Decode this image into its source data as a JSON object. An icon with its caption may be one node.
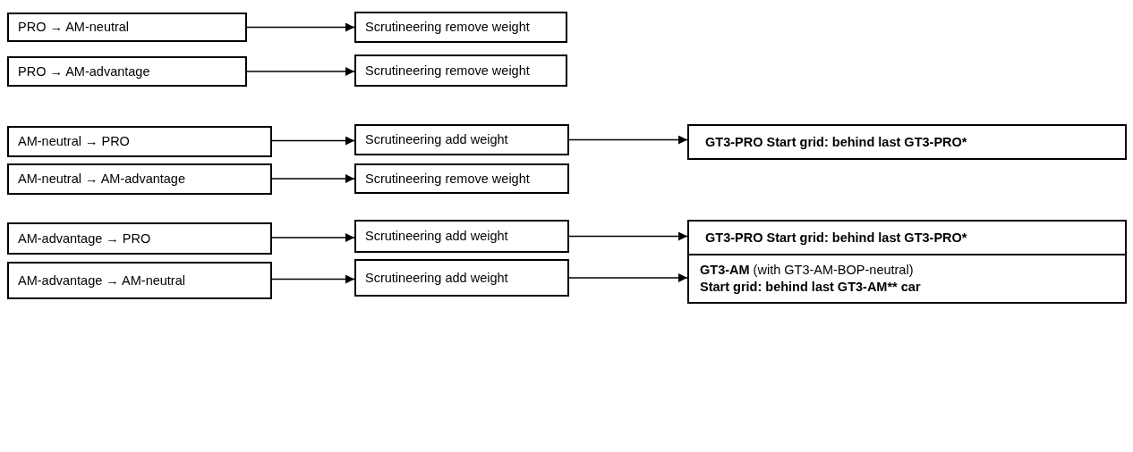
{
  "diagram": {
    "nodes": [
      {
        "text": [
          "PRO → AM-neutral"
        ]
      },
      {
        "text": [
          "Scrutineering remove weight"
        ]
      },
      {
        "text": [
          "PRO → AM-advantage"
        ]
      },
      {
        "text": [
          "Scrutineering remove weight"
        ]
      },
      {
        "text": [
          "AM-neutral → PRO"
        ]
      },
      {
        "text": [
          "Scrutineering add weight"
        ]
      },
      {
        "text": [
          "GT3-PRO Start grid: behind last GT3-PRO*"
        ]
      },
      {
        "text": [
          "AM-neutral → AM-advantage"
        ]
      },
      {
        "text": [
          "Scrutineering remove weight"
        ]
      },
      {
        "text": [
          "AM-advantage → PRO"
        ]
      },
      {
        "text": [
          "Scrutineering add weight"
        ]
      },
      {
        "text": [
          "GT3-PRO Start grid: behind last GT3-PRO*"
        ]
      },
      {
        "text": [
          "AM-advantage → AM-neutral"
        ]
      },
      {
        "text": [
          "Scrutineering add weight"
        ]
      },
      {
        "text": [
          "**GT3-AM** (with GT3-AM-BOP-neutral)",
          "Start grid: behind last GT3-AM** car"
        ]
      }
    ],
    "edges": [
      {
        "from": 0,
        "to": 1,
        "arrow": "to"
      },
      {
        "from": 2,
        "to": 3,
        "arrow": "to"
      },
      {
        "from": 4,
        "to": 5,
        "arrow": "to"
      },
      {
        "from": 5,
        "to": 6,
        "arrow": "to"
      },
      {
        "from": 7,
        "to": 8,
        "arrow": "to"
      },
      {
        "from": 9,
        "to": 10,
        "arrow": "to"
      },
      {
        "from": 10,
        "to": 11,
        "arrow": "to"
      },
      {
        "from": 12,
        "to": 13,
        "arrow": "to"
      },
      {
        "from": 13,
        "to": 14,
        "arrow": "to"
      }
    ]
  }
}
